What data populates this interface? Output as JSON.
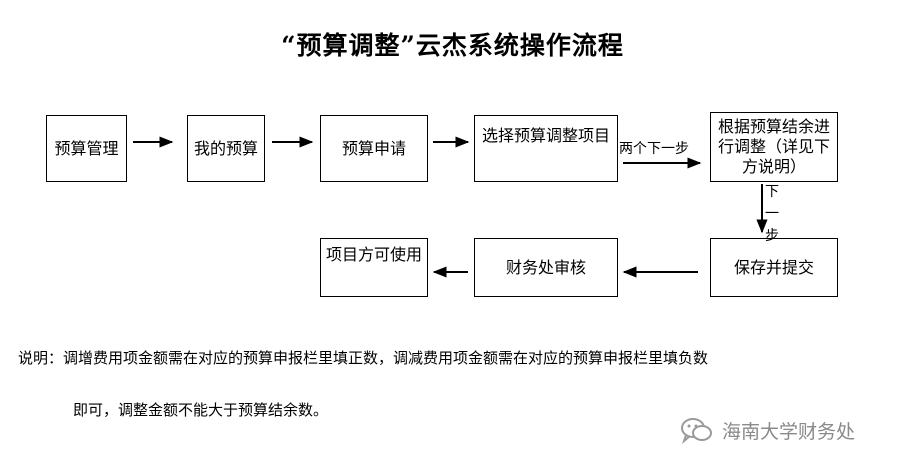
{
  "title": "“预算调整”云杰系统操作流程",
  "steps": {
    "budget_mgmt": "预算管理",
    "my_budget": "我的预算",
    "budget_apply": "预算申请",
    "select_item": "选择预算调整项目",
    "adjust": "根据预算结余进行调整（详见下方说明）",
    "save_submit": "保存并提交",
    "finance_review": "财务处审核",
    "item_usable": "项目方可使用"
  },
  "edge_labels": {
    "two_next": "两个下一步",
    "next_vertical": "下一步"
  },
  "note": {
    "line1": "说明：调增费用项金额需在对应的预算申报栏里填正数，调减费用项金额需在对应的预算申报栏里填负数",
    "line2": "即可，调整金额不能大于预算结余数。"
  },
  "watermark": {
    "text": "海南大学财务处",
    "icon": "wechat-icon",
    "color": "#8a8a8a"
  }
}
